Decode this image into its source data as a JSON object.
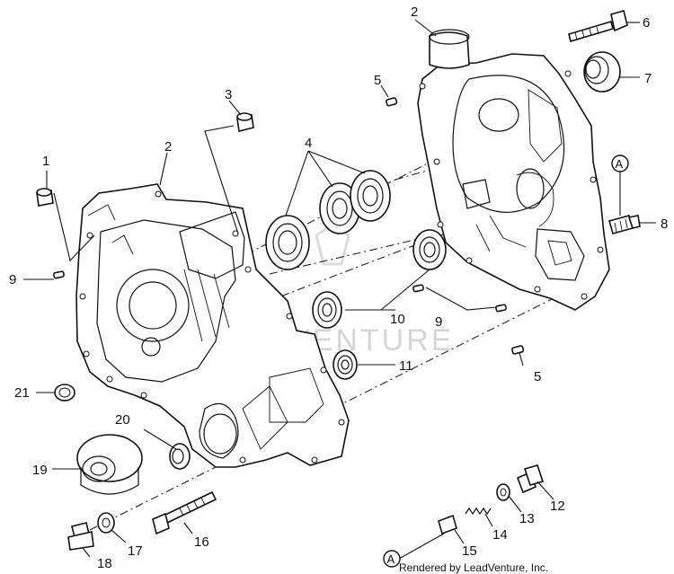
{
  "callouts": [
    {
      "id": "c1",
      "text": "1"
    },
    {
      "id": "c2a",
      "text": "2"
    },
    {
      "id": "c2b",
      "text": "2"
    },
    {
      "id": "c3",
      "text": "3"
    },
    {
      "id": "c4",
      "text": "4"
    },
    {
      "id": "c5a",
      "text": "5"
    },
    {
      "id": "c5b",
      "text": "5"
    },
    {
      "id": "c6",
      "text": "6"
    },
    {
      "id": "c7",
      "text": "7"
    },
    {
      "id": "c8",
      "text": "8"
    },
    {
      "id": "c9a",
      "text": "9"
    },
    {
      "id": "c9b",
      "text": "9"
    },
    {
      "id": "c10",
      "text": "10"
    },
    {
      "id": "c11",
      "text": "11"
    },
    {
      "id": "c12",
      "text": "12"
    },
    {
      "id": "c13",
      "text": "13"
    },
    {
      "id": "c14",
      "text": "14"
    },
    {
      "id": "c15",
      "text": "15"
    },
    {
      "id": "c16",
      "text": "16"
    },
    {
      "id": "c17",
      "text": "17"
    },
    {
      "id": "c18",
      "text": "18"
    },
    {
      "id": "c19",
      "text": "19"
    },
    {
      "id": "c20",
      "text": "20"
    },
    {
      "id": "c21",
      "text": "21"
    }
  ],
  "reference_marks": {
    "a_top": "A",
    "a_bottom": "A"
  },
  "watermark": "VENTURE",
  "credit": "Rendered by LeadVenture, Inc."
}
